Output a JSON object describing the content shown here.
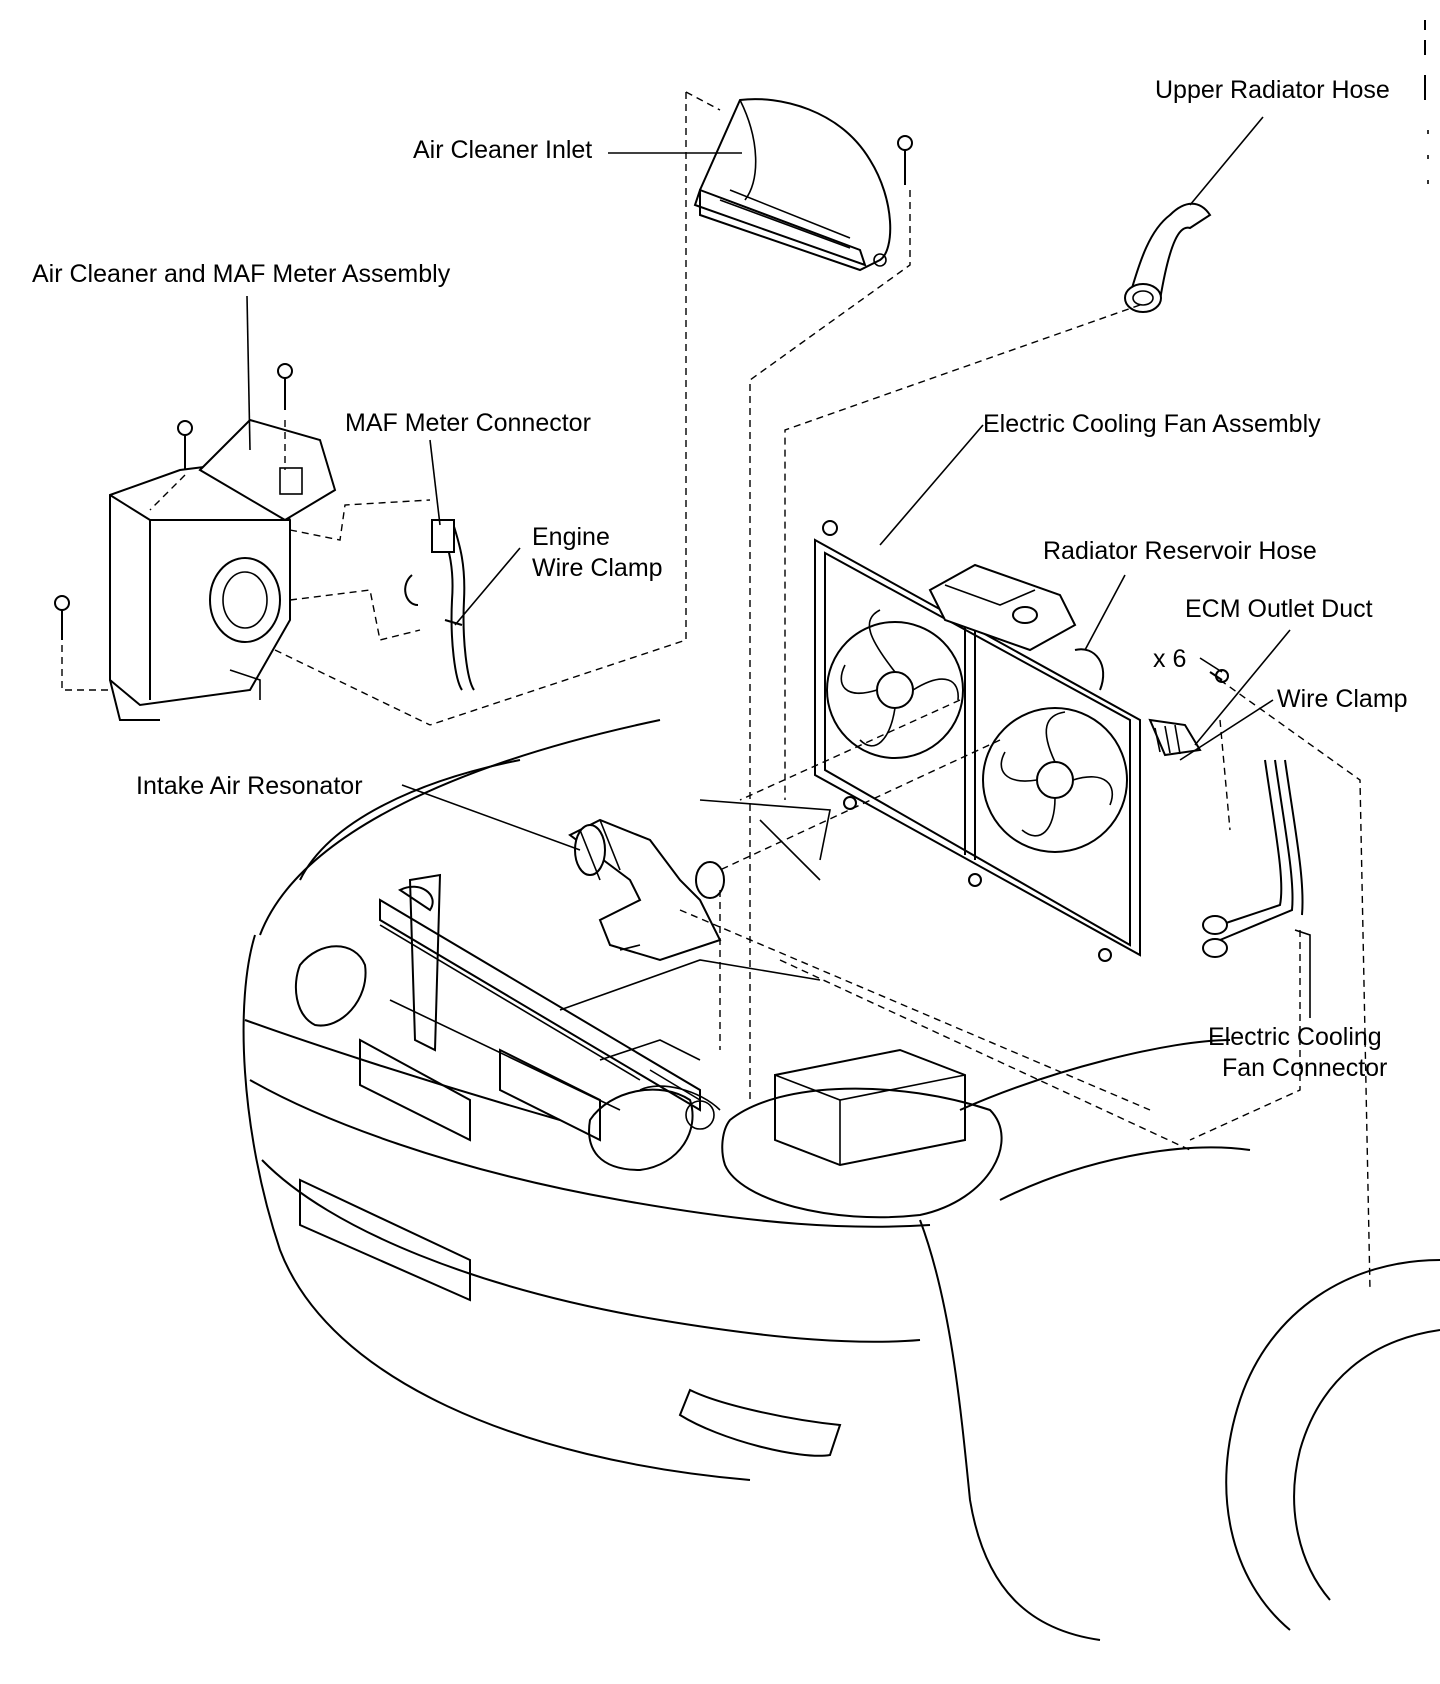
{
  "labels": {
    "upper_radiator_hose": "Upper Radiator Hose",
    "air_cleaner_inlet": "Air Cleaner Inlet",
    "air_cleaner_maf_assembly": "Air Cleaner and MAF Meter Assembly",
    "maf_meter_connector": "MAF Meter Connector",
    "engine_wire_clamp_line1": "Engine",
    "engine_wire_clamp_line2": "Wire Clamp",
    "electric_cooling_fan_assembly": "Electric Cooling Fan Assembly",
    "radiator_reservoir_hose": "Radiator Reservoir Hose",
    "ecm_outlet_duct": "ECM Outlet Duct",
    "bolt_quantity": "x 6",
    "wire_clamp": "Wire Clamp",
    "intake_air_resonator": "Intake Air Resonator",
    "electric_cooling_fan_connector_line1": "Electric Cooling",
    "electric_cooling_fan_connector_line2": "Fan Connector"
  }
}
